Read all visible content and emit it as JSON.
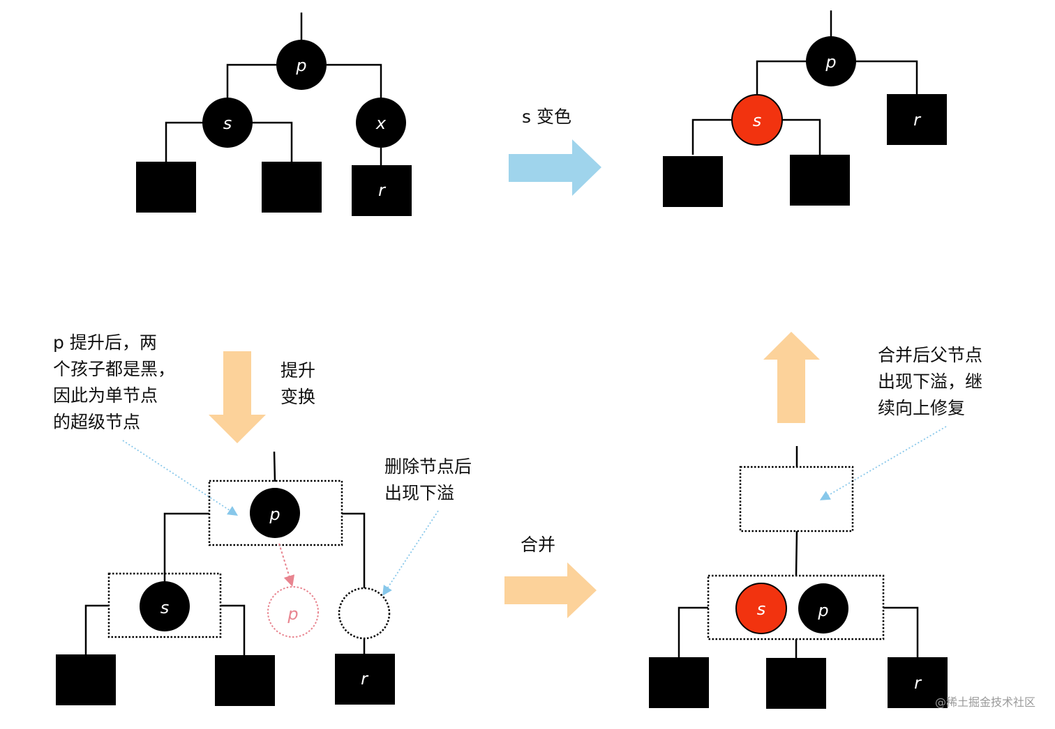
{
  "colors": {
    "black": "#000000",
    "red": "#f2330f",
    "blue_arrow": "#9fd4ec",
    "orange_arrow": "#fcd29a",
    "pink_dotted": "#e8848f",
    "light_blue_pointer": "#87c7ea"
  },
  "nodes": {
    "p": "p",
    "s": "s",
    "x": "x",
    "r": "r"
  },
  "labels": {
    "recolor": "s 变色",
    "promote_line1": "提升",
    "promote_line2": "变换",
    "merge": "合并",
    "note_left_line1": "p 提升后，两",
    "note_left_line2": "个孩子都是黑，",
    "note_left_line3": "因此为单节点",
    "note_left_line4": "的超级节点",
    "note_delete_line1": "删除节点后",
    "note_delete_line2": "出现下溢",
    "note_right_line1": "合并后父节点",
    "note_right_line2": "出现下溢，继",
    "note_right_line3": "续向上修复"
  },
  "watermark": "@稀土掘金技术社区"
}
